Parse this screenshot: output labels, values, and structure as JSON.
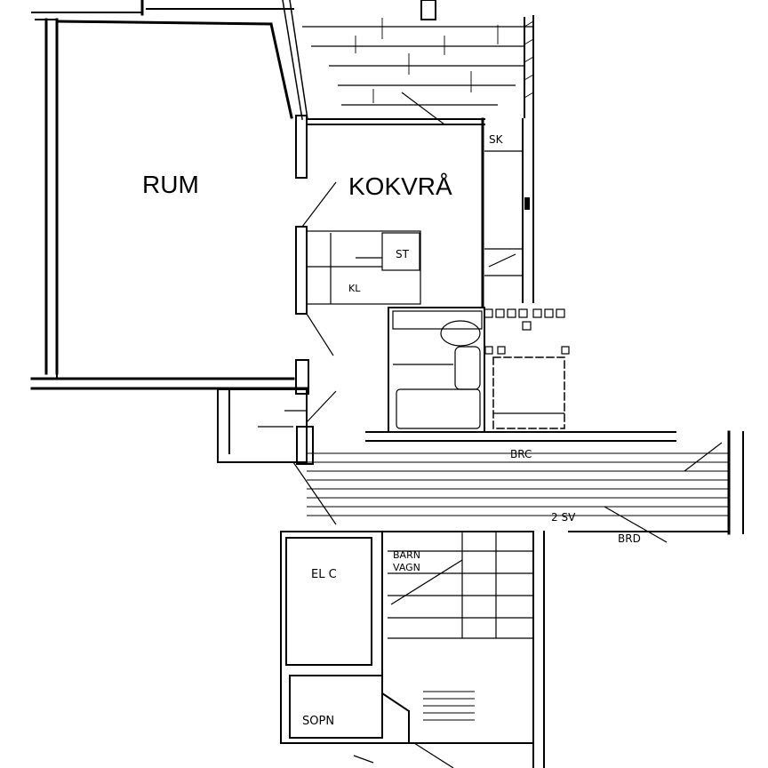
{
  "plan": {
    "ink_color": "#000000",
    "paper_color": "#ffffff",
    "rooms": {
      "rum": "RUM",
      "kokvra": "KOKVRÅ"
    },
    "annotations": {
      "sk": "SK",
      "st": "ST",
      "kl": "KL",
      "brc": "BRC",
      "sv": "2 SV",
      "brd": "BRD",
      "elc": "EL C",
      "barnvagn_1": "BARN",
      "barnvagn_2": "VAGN",
      "sopn": "SOPN"
    }
  }
}
